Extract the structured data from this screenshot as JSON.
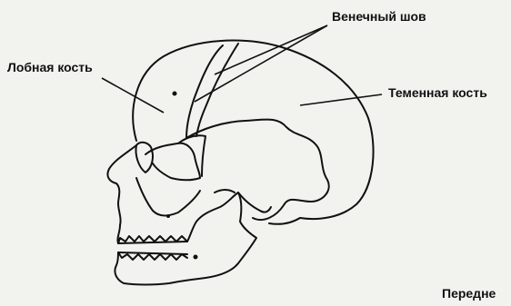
{
  "labels": {
    "coronal_suture": "Венечный шов",
    "frontal_bone": "Лобная кость",
    "parietal_bone": "Теменная кость",
    "anterior": "Передне"
  }
}
